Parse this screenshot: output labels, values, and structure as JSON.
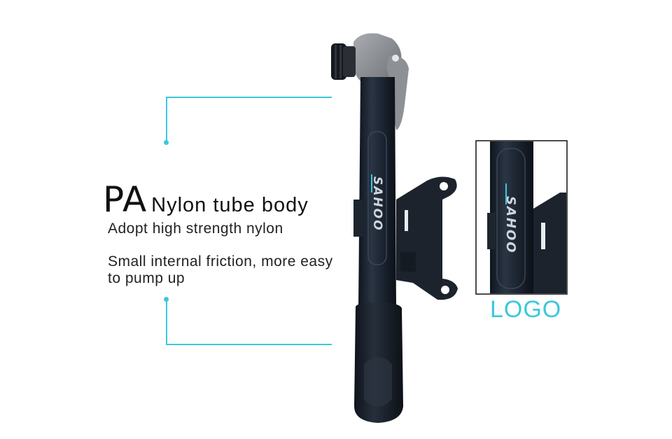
{
  "headline": {
    "big": "PA",
    "rest": "Nylon tube body"
  },
  "description": {
    "line1": "Adopt high strength nylon",
    "line2": "Small internal friction, more easy to pump up"
  },
  "logo_label": "LOGO",
  "brand_text": "SAHOO",
  "colors": {
    "accent": "#3cc8dc",
    "pump_body": "#1b2431",
    "grip": "#1a212c",
    "head_cap": "#8c8f94"
  }
}
